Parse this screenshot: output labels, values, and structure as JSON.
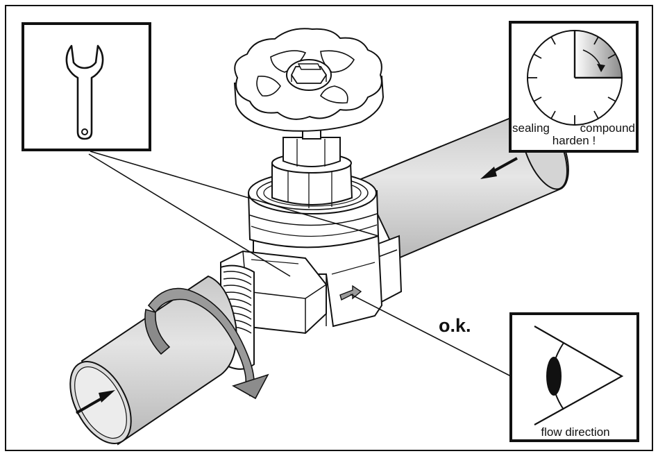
{
  "labels": {
    "ok": "o.k.",
    "sealing": "sealing",
    "compound": "compound",
    "harden": "harden !",
    "flow_direction": "flow direction"
  },
  "icons": {
    "wrench": "wrench-icon",
    "clock": "clock-icon",
    "eye": "eye-icon"
  },
  "colors": {
    "outline": "#111111",
    "pipe_fill": "#d9d9d9",
    "pipe_shade": "#bdbdbd",
    "arrow_fill": "#8c8c8c",
    "background": "#ffffff"
  }
}
